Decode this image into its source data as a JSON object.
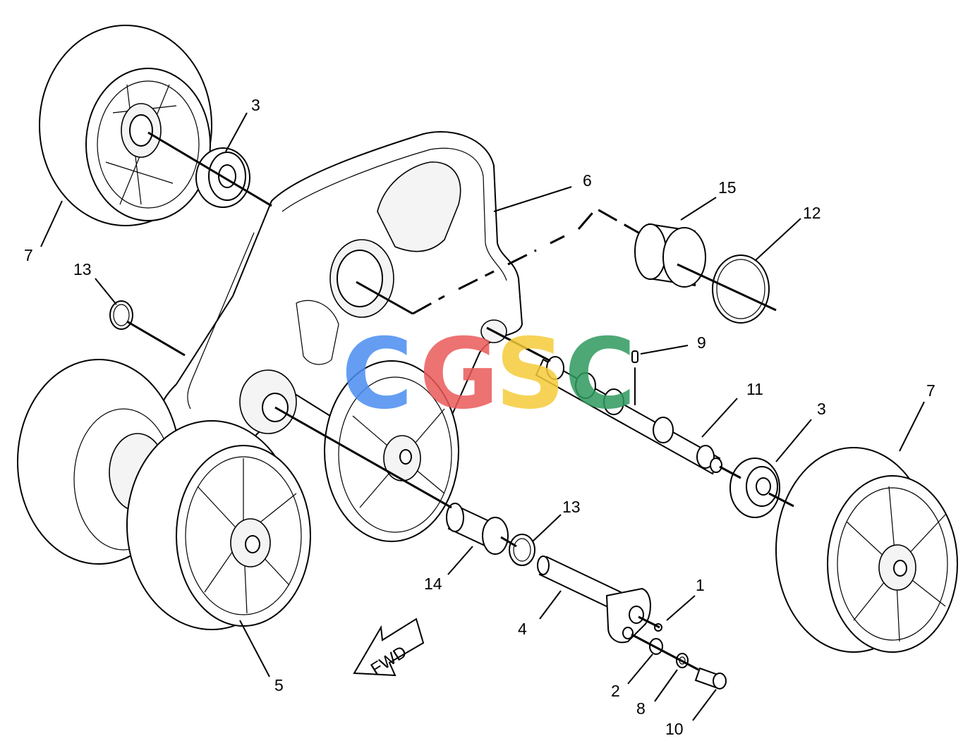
{
  "callouts": [
    {
      "id": "c-7-top",
      "text": "7"
    },
    {
      "id": "c-3-top",
      "text": "3"
    },
    {
      "id": "c-6",
      "text": "6"
    },
    {
      "id": "c-15",
      "text": "15"
    },
    {
      "id": "c-12",
      "text": "12"
    },
    {
      "id": "c-13-left",
      "text": "13"
    },
    {
      "id": "c-9",
      "text": "9"
    },
    {
      "id": "c-11",
      "text": "11"
    },
    {
      "id": "c-3-right",
      "text": "3"
    },
    {
      "id": "c-7-right",
      "text": "7"
    },
    {
      "id": "c-13-mid",
      "text": "13"
    },
    {
      "id": "c-14",
      "text": "14"
    },
    {
      "id": "c-1",
      "text": "1"
    },
    {
      "id": "c-4",
      "text": "4"
    },
    {
      "id": "c-5",
      "text": "5"
    },
    {
      "id": "c-2",
      "text": "2"
    },
    {
      "id": "c-8",
      "text": "8"
    },
    {
      "id": "c-10",
      "text": "10"
    }
  ],
  "fwd_arrow": {
    "label": "FWD"
  },
  "watermark": {
    "text": "CGSC",
    "letters": [
      {
        "char": "C",
        "color": "#4a8df0"
      },
      {
        "char": "G",
        "color": "#ea5a5a"
      },
      {
        "char": "S",
        "color": "#f5cc3a"
      },
      {
        "char": "C",
        "color": "#2e9a5e"
      }
    ]
  },
  "colors": {
    "line": "#000000",
    "background": "#ffffff"
  }
}
